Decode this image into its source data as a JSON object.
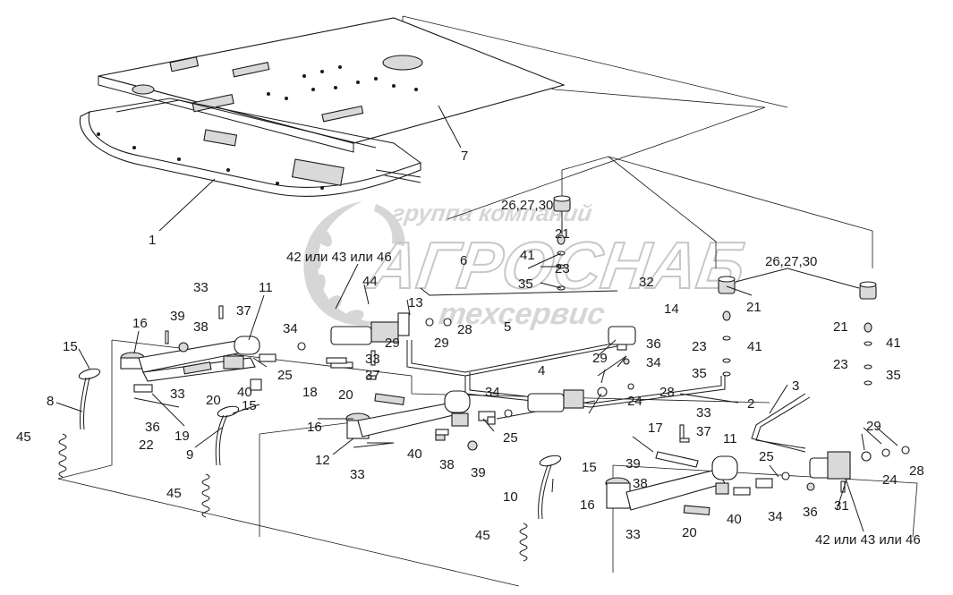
{
  "watermark": {
    "line1": "группа компаний",
    "line2": "АГРОСНАБ",
    "line3": "техсервис",
    "color": "#b5b5b5"
  },
  "labels": {
    "l1": "1",
    "l2": "2",
    "l3": "3",
    "l4": "4",
    "l5": "5",
    "l6": "6",
    "l7": "7",
    "l8": "8",
    "l9": "9",
    "l10": "10",
    "l11a": "11",
    "l11b": "11",
    "l12": "12",
    "l13": "13",
    "l14": "14",
    "l15a": "15",
    "l15b": "15",
    "l15c": "15",
    "l16a": "16",
    "l16b": "16",
    "l16c": "16",
    "l17": "17",
    "l18": "18",
    "l19": "19",
    "l20a": "20",
    "l20b": "20",
    "l20c": "20",
    "l21a": "21",
    "l21b": "21",
    "l21c": "21",
    "l22": "22",
    "l23a": "23",
    "l23b": "23",
    "l23c": "23",
    "l24a": "24",
    "l24b": "24",
    "l25a": "25",
    "l25b": "25",
    "l25c": "25",
    "l262730a": "26,27,30",
    "l262730b": "26,27,30",
    "l28a": "28",
    "l28b": "28",
    "l28c": "28",
    "l29a": "29",
    "l29b": "29",
    "l29c": "29",
    "l29d": "29",
    "l31": "31",
    "l32": "32",
    "l33a": "33",
    "l33b": "33",
    "l33c": "33",
    "l33d": "33",
    "l33e": "33",
    "l33f": "33",
    "l34a": "34",
    "l34b": "34",
    "l34c": "34",
    "l34d": "34",
    "l35a": "35",
    "l35b": "35",
    "l35c": "35",
    "l36a": "36",
    "l36b": "36",
    "l36c": "36",
    "l37a": "37",
    "l37b": "37",
    "l37c": "37",
    "l38a": "38",
    "l38b": "38",
    "l38c": "38",
    "l39a": "39",
    "l39b": "39",
    "l39c": "39",
    "l40a": "40",
    "l40b": "40",
    "l40c": "40",
    "l41a": "41",
    "l41b": "41",
    "l41c": "41",
    "l4243a": "42 или 43 или 46",
    "l4243b": "42 или 43 или 46",
    "l44": "44",
    "l45a": "45",
    "l45b": "45",
    "l45c": "45"
  }
}
